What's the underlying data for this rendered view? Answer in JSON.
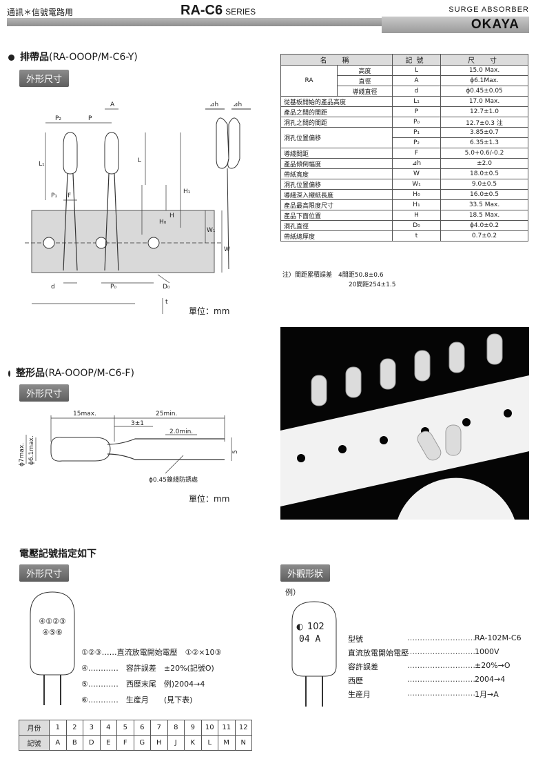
{
  "header": {
    "left": "通訊＊信號電路用",
    "model": "RA-C6",
    "series": "SERIES",
    "right": "SURGE ABSORBER",
    "brand": "OKAYA"
  },
  "section1": {
    "title": "排帶品",
    "subtitle": "(RA-OOOP/M-C6-Y)",
    "tag": "外形尺寸",
    "unit": "單位：mm",
    "dim_labels": {
      "P2": "P₂",
      "P": "P",
      "A": "A",
      "dh1": "⊿h",
      "dh2": "⊿h",
      "L1": "L₁",
      "L": "L",
      "H1": "H₁",
      "P1": "P₁",
      "F": "F",
      "H0": "H₀",
      "H": "H",
      "W1": "W₁",
      "W": "W",
      "d": "d",
      "P0": "P₀",
      "D0": "D₀",
      "t": "t"
    }
  },
  "spec_table": {
    "headers": [
      "名　稱",
      "記號",
      "尺　寸"
    ],
    "ra_label": "RA",
    "ra_rows": [
      {
        "name": "高度",
        "sym": "L",
        "val": "15.0 Max."
      },
      {
        "name": "直徑",
        "sym": "A",
        "val": "ϕ6.1Max."
      },
      {
        "name": "導綫直徑",
        "sym": "d",
        "val": "ϕ0.45±0.05"
      }
    ],
    "rows": [
      {
        "name": "從基板開始的產品高度",
        "sym": "L₁",
        "val": "17.0 Max."
      },
      {
        "name": "產品之間的間距",
        "sym": "P",
        "val": "12.7±1.0"
      },
      {
        "name": "洞孔之間的間距",
        "sym": "P₀",
        "val": "12.7±0.3 注"
      }
    ],
    "hole_label": "洞孔位置偏移",
    "hole_rows": [
      {
        "sym": "P₁",
        "val": "3.85±0.7"
      },
      {
        "sym": "P₂",
        "val": "6.35±1.3"
      }
    ],
    "rows2": [
      {
        "name": "導綫間距",
        "sym": "F",
        "val": "5.0+0.6/-0.2"
      },
      {
        "name": "產品傾倒幅度",
        "sym": "⊿h",
        "val": "±2.0"
      },
      {
        "name": "帶紙寬度",
        "sym": "W",
        "val": "18.0±0.5"
      },
      {
        "name": "洞孔位置偏移",
        "sym": "W₁",
        "val": "9.0±0.5"
      },
      {
        "name": "導綫深入襯紙長度",
        "sym": "H₀",
        "val": "16.0±0.5"
      },
      {
        "name": "產品最高限度尺寸",
        "sym": "H₁",
        "val": "33.5 Max."
      },
      {
        "name": "產品下面位置",
        "sym": "H",
        "val": "18.5 Max."
      },
      {
        "name": "洞孔直徑",
        "sym": "D₀",
        "val": "ϕ4.0±0.2"
      },
      {
        "name": "帶紙總厚度",
        "sym": "t",
        "val": "0.7±0.2"
      }
    ],
    "note1": "注）間距累積誤差　4間距50.8±0.6",
    "note2": "20間距254±1.5"
  },
  "section2": {
    "title": "整形品",
    "subtitle": "(RA-OOOP/M-C6-F)",
    "tag": "外形尺寸",
    "unit": "單位：mm",
    "dim_labels": {
      "l15": "15max.",
      "l25": "25min.",
      "l3": "3±1",
      "l2": "2.0min.",
      "phi7": "ϕ7max.",
      "phi6": "ϕ6.1max.",
      "five": "5",
      "wire": "ϕ0.45鎳綫防銹處"
    }
  },
  "section3": {
    "title": "電壓記號指定如下",
    "tag_left": "外形尺寸",
    "tag_right": "外觀形狀",
    "body_marks_top": "④①②③",
    "body_marks_bottom": "④⑤⑥",
    "legend": [
      "①②③……直流放電開始電壓　①②×10③",
      "④…………　容許誤差　±20%(記號O)",
      "⑤…………　西歷末尾　例)2004→4",
      "⑥…………　生産月　　(見下表)"
    ],
    "example_label": "例）",
    "example_mark1": "102",
    "example_mark2": "04 A",
    "props": [
      {
        "k": "型號",
        "v": "RA-102M-C6"
      },
      {
        "k": "直流放電開始電壓",
        "v": "1000V"
      },
      {
        "k": "容許誤差",
        "v": "±20%→O"
      },
      {
        "k": "西歷",
        "v": "2004→4"
      },
      {
        "k": "生産月",
        "v": "1月→A"
      }
    ],
    "month_table": {
      "row1_label": "月份",
      "months": [
        "1",
        "2",
        "3",
        "4",
        "5",
        "6",
        "7",
        "8",
        "9",
        "10",
        "11",
        "12"
      ],
      "row2_label": "記號",
      "codes": [
        "A",
        "B",
        "D",
        "E",
        "F",
        "G",
        "H",
        "J",
        "K",
        "L",
        "M",
        "N"
      ]
    }
  }
}
